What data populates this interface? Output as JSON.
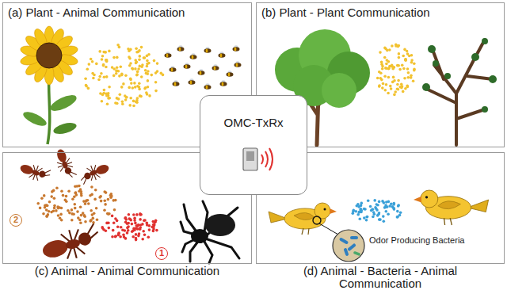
{
  "diagram": {
    "nodes": [
      {
        "text": [
          "(a) Plant - Animal Communication"
        ]
      },
      {
        "text": [
          "(b) Plant - Plant Communication"
        ]
      },
      {
        "text": [
          "OMC-TxRx"
        ]
      },
      {
        "text": [
          "(c) Animal - Animal Communication"
        ]
      },
      {
        "text": [
          "(d) Animal - Bacteria - Animal Communication"
        ]
      }
    ],
    "labels": [
      "2",
      "1",
      "Odor Producing Bacteria"
    ]
  }
}
